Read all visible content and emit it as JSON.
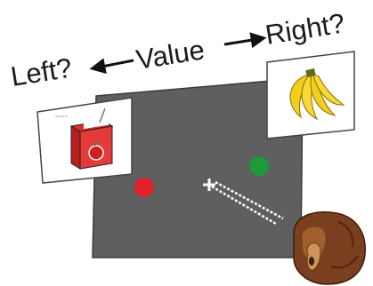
{
  "labels": {
    "left": "Left?",
    "value": "Value",
    "right": "Right?"
  },
  "colors": {
    "screen": "#5f5f5f",
    "screen_edge": "#3b3b3b",
    "target_left": "#e0202a",
    "target_right": "#1c9a3c",
    "fixation": "#ffffff",
    "arrow": "#111111",
    "card_border": "#444444",
    "card_bg": "#ffffff",
    "monkey_fur": "#7a3f1e",
    "monkey_face": "#c9955c"
  },
  "stimuli": {
    "left_card": "juice-box-icon",
    "right_card": "banana-bunch-icon"
  },
  "targets": {
    "left": "red-dot",
    "right": "green-dot"
  }
}
